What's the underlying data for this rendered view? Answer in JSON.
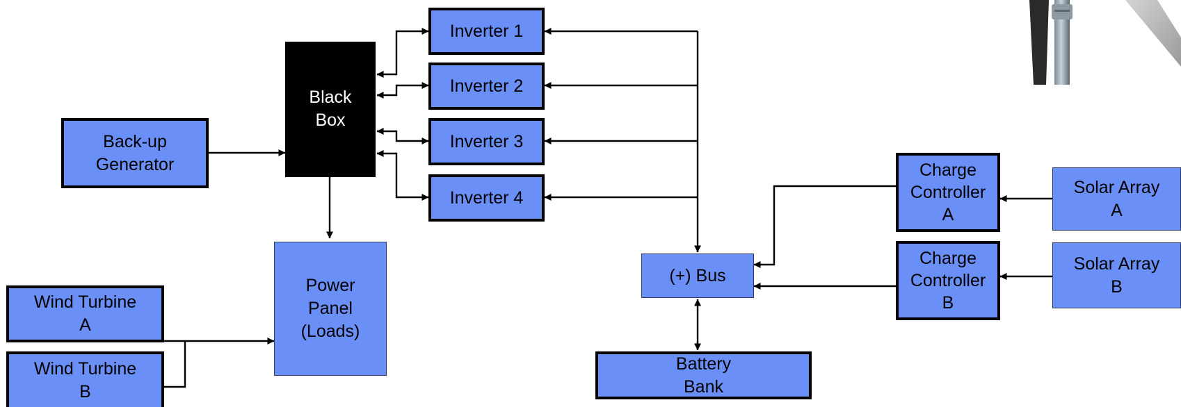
{
  "diagram": {
    "blocks": {
      "black_box": {
        "line1": "Black",
        "line2": "Box"
      },
      "backup_generator": {
        "line1": "Back-up",
        "line2": "Generator"
      },
      "inverter_1": {
        "label": "Inverter 1"
      },
      "inverter_2": {
        "label": "Inverter 2"
      },
      "inverter_3": {
        "label": "Inverter 3"
      },
      "inverter_4": {
        "label": "Inverter 4"
      },
      "power_panel": {
        "line1": "Power",
        "line2": "Panel",
        "line3": "(Loads)"
      },
      "wind_turbine_a": {
        "line1": "Wind Turbine",
        "line2": "A"
      },
      "wind_turbine_b": {
        "line1": "Wind Turbine",
        "line2": "B"
      },
      "bus": {
        "label": "(+) Bus"
      },
      "battery_bank": {
        "line1": "Battery",
        "line2": "Bank"
      },
      "charge_controller_a": {
        "line1": "Charge",
        "line2": "Controller",
        "line3": "A"
      },
      "charge_controller_b": {
        "line1": "Charge",
        "line2": "Controller",
        "line3": "B"
      },
      "solar_array_a": {
        "line1": "Solar Array",
        "line2": "A"
      },
      "solar_array_b": {
        "line1": "Solar Array",
        "line2": "B"
      }
    },
    "colors": {
      "block_fill": "#6a8ff6",
      "black_box_fill": "#000000",
      "wire": "#000000"
    },
    "connections": [
      {
        "from": "backup_generator",
        "to": "black_box",
        "direction": "one-way"
      },
      {
        "from": "black_box",
        "to": "inverter_1",
        "direction": "two-way"
      },
      {
        "from": "black_box",
        "to": "inverter_2",
        "direction": "two-way"
      },
      {
        "from": "black_box",
        "to": "inverter_3",
        "direction": "two-way"
      },
      {
        "from": "black_box",
        "to": "inverter_4",
        "direction": "two-way"
      },
      {
        "from": "black_box",
        "to": "power_panel",
        "direction": "one-way"
      },
      {
        "from": "bus",
        "to": "inverter_1",
        "direction": "one-way"
      },
      {
        "from": "bus",
        "to": "inverter_2",
        "direction": "one-way"
      },
      {
        "from": "bus",
        "to": "inverter_3",
        "direction": "one-way"
      },
      {
        "from": "bus",
        "to": "inverter_4",
        "direction": "one-way"
      },
      {
        "from": "wind_turbine_a",
        "to": "power_panel",
        "direction": "one-way"
      },
      {
        "from": "wind_turbine_b",
        "to": "power_panel",
        "direction": "one-way"
      },
      {
        "from": "charge_controller_a",
        "to": "bus",
        "direction": "one-way"
      },
      {
        "from": "charge_controller_b",
        "to": "bus",
        "direction": "one-way"
      },
      {
        "from": "solar_array_a",
        "to": "charge_controller_a",
        "direction": "one-way"
      },
      {
        "from": "solar_array_b",
        "to": "charge_controller_b",
        "direction": "one-way"
      },
      {
        "from": "bus",
        "to": "battery_bank",
        "direction": "two-way"
      }
    ],
    "photo": {
      "description_icon": "wind-turbine-photo"
    }
  }
}
